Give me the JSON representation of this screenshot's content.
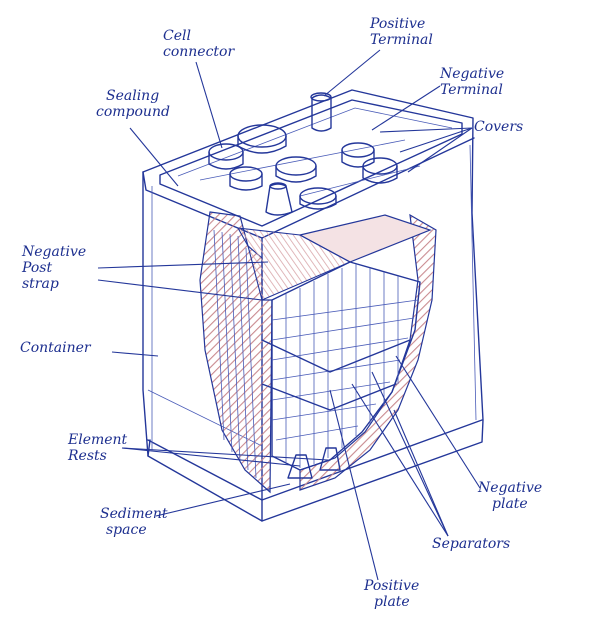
{
  "labels": {
    "cell_connector": [
      "Cell",
      "connector"
    ],
    "positive_terminal": [
      "Positive",
      "Terminal"
    ],
    "negative_terminal": [
      "Negative",
      "Terminal"
    ],
    "sealing_compound": [
      "Sealing",
      "compound"
    ],
    "covers": "Covers",
    "negative_post_strap": [
      "Negative",
      "Post",
      "strap"
    ],
    "container": "Container",
    "element_rests": [
      "Element",
      "Rests"
    ],
    "sediment_space": [
      "Sediment",
      "space"
    ],
    "negative_plate": [
      "Negative",
      "plate"
    ],
    "separators": "Separators",
    "positive_plate": [
      "Positive",
      "plate"
    ]
  },
  "colors": {
    "ink": "#24379a",
    "shade": "#c98a8f",
    "paper": "#ffffff"
  }
}
